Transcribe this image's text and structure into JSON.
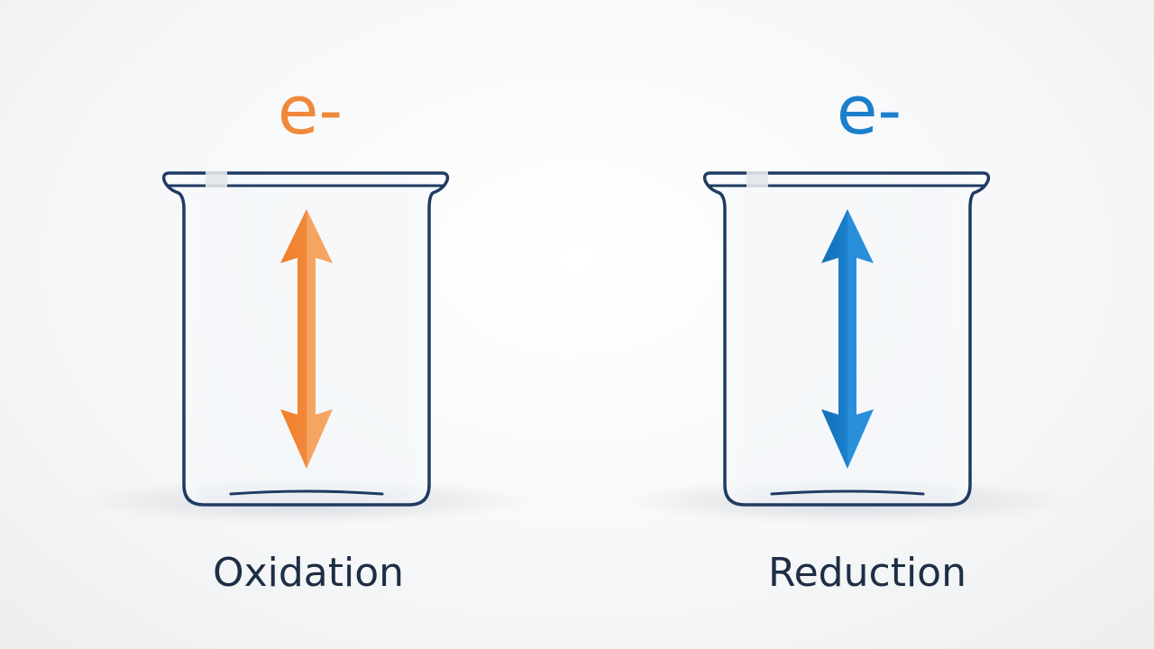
{
  "colors": {
    "oxidation_accent": "#f0883a",
    "reduction_accent": "#1a7fcc",
    "beaker_outline": "#1f3b63",
    "label_text": "#1d2e45"
  },
  "panels": [
    {
      "electron_label": "e-",
      "caption": "Oxidation",
      "arrow_icon": "double-headed-vertical-arrow",
      "accent_key": "oxidation_accent"
    },
    {
      "electron_label": "e-",
      "caption": "Reduction",
      "arrow_icon": "double-headed-vertical-arrow",
      "accent_key": "reduction_accent"
    }
  ]
}
